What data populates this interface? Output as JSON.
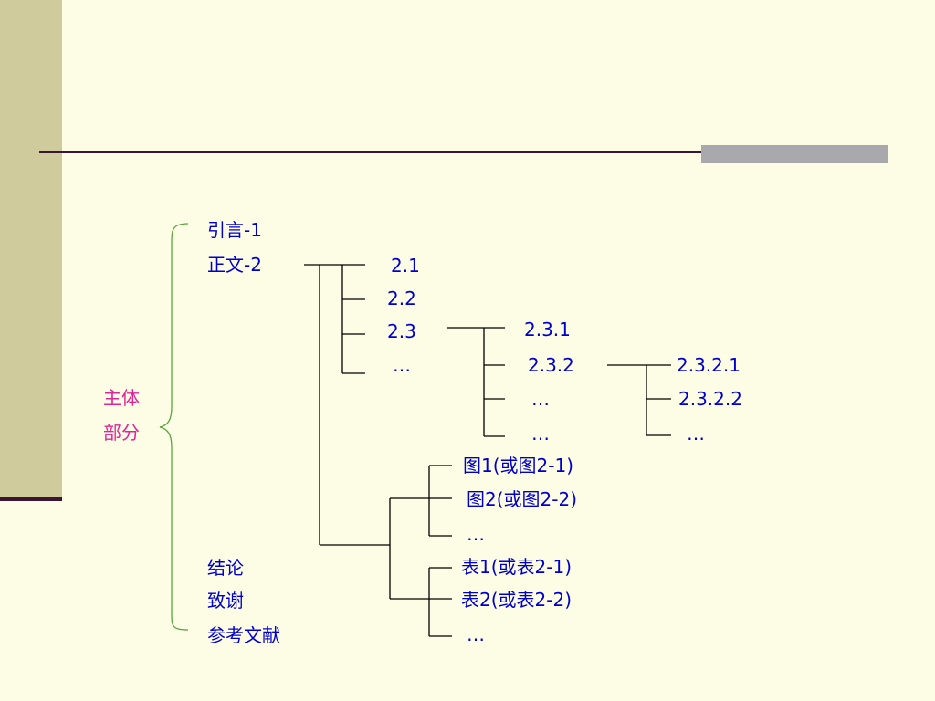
{
  "colors": {
    "text": "#0000cc",
    "group_label": "#e0259a",
    "brace": "#5aa53e",
    "connector": "#000000"
  },
  "group_label": [
    "主体",
    "部分"
  ],
  "sections": {
    "intro": "引言-1",
    "body": "正文-2",
    "conclusion": "结论",
    "thanks": "致谢",
    "references": "参考文献"
  },
  "level2": [
    "2.1",
    "2.2",
    "2.3",
    "…"
  ],
  "level3": [
    "2.3.1",
    "2.3.2",
    "…",
    "…"
  ],
  "level4": [
    "2.3.2.1",
    "2.3.2.2",
    "…"
  ],
  "figures": [
    "图1(或图2-1)",
    "图2(或图2-2)",
    "…"
  ],
  "tables": [
    "表1(或表2-1)",
    "表2(或表2-2)",
    "…"
  ]
}
